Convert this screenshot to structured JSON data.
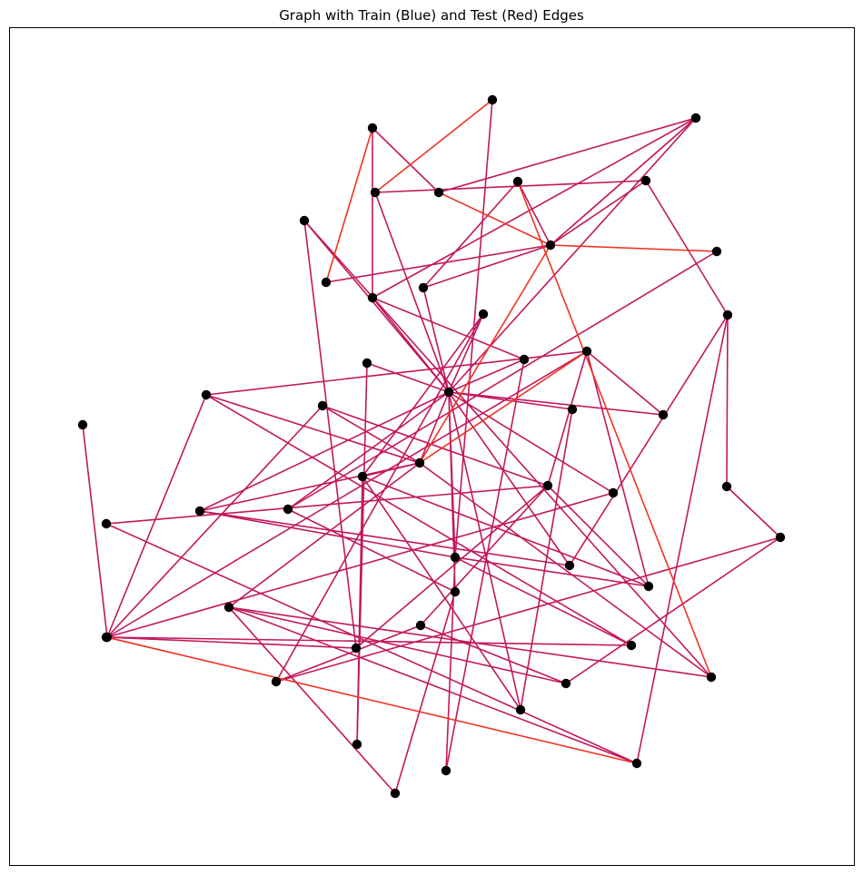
{
  "figure": {
    "title": "Graph with Train (Blue) and Test (Red) Edges"
  },
  "colors": {
    "train_edge": "#c2185b",
    "test_edge": "#ee3322",
    "node": "#000000",
    "frame": "#000000",
    "background": "#ffffff"
  },
  "graph": {
    "node_ids": [
      "n0",
      "n1",
      "n2",
      "n3",
      "n4",
      "n5",
      "n6",
      "n7",
      "n8",
      "n9",
      "n10",
      "n11",
      "n12",
      "n13",
      "n14",
      "n15",
      "n16",
      "n17",
      "n18",
      "n19",
      "n20",
      "n21",
      "n22",
      "n23",
      "n24",
      "n25",
      "n26",
      "n27",
      "n28",
      "n29",
      "n30",
      "n31",
      "n32",
      "n33",
      "n34",
      "n35",
      "n36",
      "n37",
      "n38",
      "n39",
      "n40",
      "n41",
      "n42",
      "n43",
      "n44",
      "n45",
      "n46",
      "n47",
      "n48",
      "n49",
      "n50"
    ],
    "edges": [
      {
        "source": "n15",
        "target": "n29",
        "type": "train"
      },
      {
        "source": "n15",
        "target": "n44",
        "type": "train"
      },
      {
        "source": "n15",
        "target": "n36",
        "type": "train"
      },
      {
        "source": "n15",
        "target": "n22",
        "type": "train"
      },
      {
        "source": "n15",
        "target": "n9",
        "type": "train"
      },
      {
        "source": "n15",
        "target": "n2",
        "type": "train"
      },
      {
        "source": "n15",
        "target": "n12",
        "type": "train"
      },
      {
        "source": "n15",
        "target": "n31",
        "type": "train"
      },
      {
        "source": "n15",
        "target": "n14",
        "type": "train"
      },
      {
        "source": "n15",
        "target": "n16",
        "type": "train"
      },
      {
        "source": "n15",
        "target": "n10",
        "type": "train"
      },
      {
        "source": "n15",
        "target": "n18",
        "type": "train"
      },
      {
        "source": "n15",
        "target": "n19",
        "type": "train"
      },
      {
        "source": "n15",
        "target": "n7",
        "type": "train"
      },
      {
        "source": "n15",
        "target": "n24",
        "type": "train"
      },
      {
        "source": "n15",
        "target": "n34",
        "type": "train"
      },
      {
        "source": "n15",
        "target": "n23",
        "type": "train"
      },
      {
        "source": "n15",
        "target": "n30",
        "type": "train"
      },
      {
        "source": "n19",
        "target": "n28",
        "type": "train"
      },
      {
        "source": "n19",
        "target": "n25",
        "type": "train"
      },
      {
        "source": "n19",
        "target": "n26",
        "type": "train"
      },
      {
        "source": "n19",
        "target": "n31",
        "type": "train"
      },
      {
        "source": "n19",
        "target": "n5",
        "type": "test"
      },
      {
        "source": "n19",
        "target": "n17",
        "type": "test"
      },
      {
        "source": "n19",
        "target": "n37",
        "type": "train"
      },
      {
        "source": "n19",
        "target": "n43",
        "type": "train"
      },
      {
        "source": "n21",
        "target": "n25",
        "type": "train"
      },
      {
        "source": "n21",
        "target": "n17",
        "type": "train"
      },
      {
        "source": "n21",
        "target": "n39",
        "type": "train"
      },
      {
        "source": "n21",
        "target": "n35",
        "type": "train"
      },
      {
        "source": "n21",
        "target": "n40",
        "type": "train"
      },
      {
        "source": "n21",
        "target": "n32",
        "type": "train"
      },
      {
        "source": "n5",
        "target": "n3",
        "type": "train"
      },
      {
        "source": "n5",
        "target": "n4",
        "type": "train"
      },
      {
        "source": "n5",
        "target": "n8",
        "type": "test"
      },
      {
        "source": "n5",
        "target": "n11",
        "type": "train"
      },
      {
        "source": "n5",
        "target": "n6",
        "type": "test"
      },
      {
        "source": "n5",
        "target": "n10",
        "type": "train"
      },
      {
        "source": "n1",
        "target": "n11",
        "type": "test"
      },
      {
        "source": "n1",
        "target": "n6",
        "type": "train"
      },
      {
        "source": "n1",
        "target": "n12",
        "type": "train"
      },
      {
        "source": "n3",
        "target": "n13",
        "type": "train"
      },
      {
        "source": "n3",
        "target": "n7",
        "type": "train"
      },
      {
        "source": "n13",
        "target": "n20",
        "type": "train"
      },
      {
        "source": "n13",
        "target": "n46",
        "type": "train"
      },
      {
        "source": "n20",
        "target": "n33",
        "type": "train"
      },
      {
        "source": "n33",
        "target": "n45",
        "type": "train"
      },
      {
        "source": "n33",
        "target": "n41",
        "type": "train"
      },
      {
        "source": "n17",
        "target": "n38",
        "type": "train"
      },
      {
        "source": "n17",
        "target": "n26",
        "type": "train"
      },
      {
        "source": "n17",
        "target": "n22",
        "type": "train"
      },
      {
        "source": "n17",
        "target": "n35",
        "type": "train"
      },
      {
        "source": "n31",
        "target": "n24",
        "type": "train"
      },
      {
        "source": "n24",
        "target": "n48",
        "type": "train"
      },
      {
        "source": "n24",
        "target": "n35",
        "type": "train"
      },
      {
        "source": "n24",
        "target": "n42",
        "type": "train"
      },
      {
        "source": "n26",
        "target": "n42",
        "type": "train"
      },
      {
        "source": "n26",
        "target": "n38",
        "type": "train"
      },
      {
        "source": "n38",
        "target": "n25",
        "type": "train"
      },
      {
        "source": "n38",
        "target": "n42",
        "type": "train"
      },
      {
        "source": "n38",
        "target": "n40",
        "type": "train"
      },
      {
        "source": "n27",
        "target": "n38",
        "type": "train"
      },
      {
        "source": "n28",
        "target": "n35",
        "type": "train"
      },
      {
        "source": "n28",
        "target": "n14",
        "type": "train"
      },
      {
        "source": "n28",
        "target": "n47",
        "type": "train"
      },
      {
        "source": "n14",
        "target": "n41",
        "type": "train"
      },
      {
        "source": "n2",
        "target": "n12",
        "type": "train"
      },
      {
        "source": "n2",
        "target": "n6",
        "type": "train"
      },
      {
        "source": "n2",
        "target": "n5",
        "type": "train"
      },
      {
        "source": "n9",
        "target": "n40",
        "type": "train"
      },
      {
        "source": "n9",
        "target": "n43",
        "type": "train"
      },
      {
        "source": "n44",
        "target": "n28",
        "type": "train"
      },
      {
        "source": "n4",
        "target": "n43",
        "type": "test"
      },
      {
        "source": "n4",
        "target": "n10",
        "type": "train"
      },
      {
        "source": "n0",
        "target": "n7",
        "type": "test"
      },
      {
        "source": "n0",
        "target": "n24",
        "type": "train"
      },
      {
        "source": "n36",
        "target": "n49",
        "type": "train"
      },
      {
        "source": "n18",
        "target": "n48",
        "type": "train"
      },
      {
        "source": "n18",
        "target": "n12",
        "type": "train"
      },
      {
        "source": "n37",
        "target": "n43",
        "type": "train"
      },
      {
        "source": "n37",
        "target": "n45",
        "type": "train"
      },
      {
        "source": "n37",
        "target": "n46",
        "type": "train"
      },
      {
        "source": "n37",
        "target": "n49",
        "type": "train"
      },
      {
        "source": "n23",
        "target": "n44",
        "type": "train"
      },
      {
        "source": "n29",
        "target": "n8",
        "type": "train"
      },
      {
        "source": "n29",
        "target": "n36",
        "type": "train"
      },
      {
        "source": "n30",
        "target": "n38",
        "type": "train"
      },
      {
        "source": "n39",
        "target": "n45",
        "type": "train"
      },
      {
        "source": "n39",
        "target": "n41",
        "type": "train"
      },
      {
        "source": "n46",
        "target": "n50",
        "type": "test"
      },
      {
        "source": "n46",
        "target": "n32",
        "type": "train"
      },
      {
        "source": "n31",
        "target": "n34",
        "type": "train"
      },
      {
        "source": "n34",
        "target": "n13",
        "type": "train"
      },
      {
        "source": "n16",
        "target": "n47",
        "type": "train"
      }
    ]
  }
}
